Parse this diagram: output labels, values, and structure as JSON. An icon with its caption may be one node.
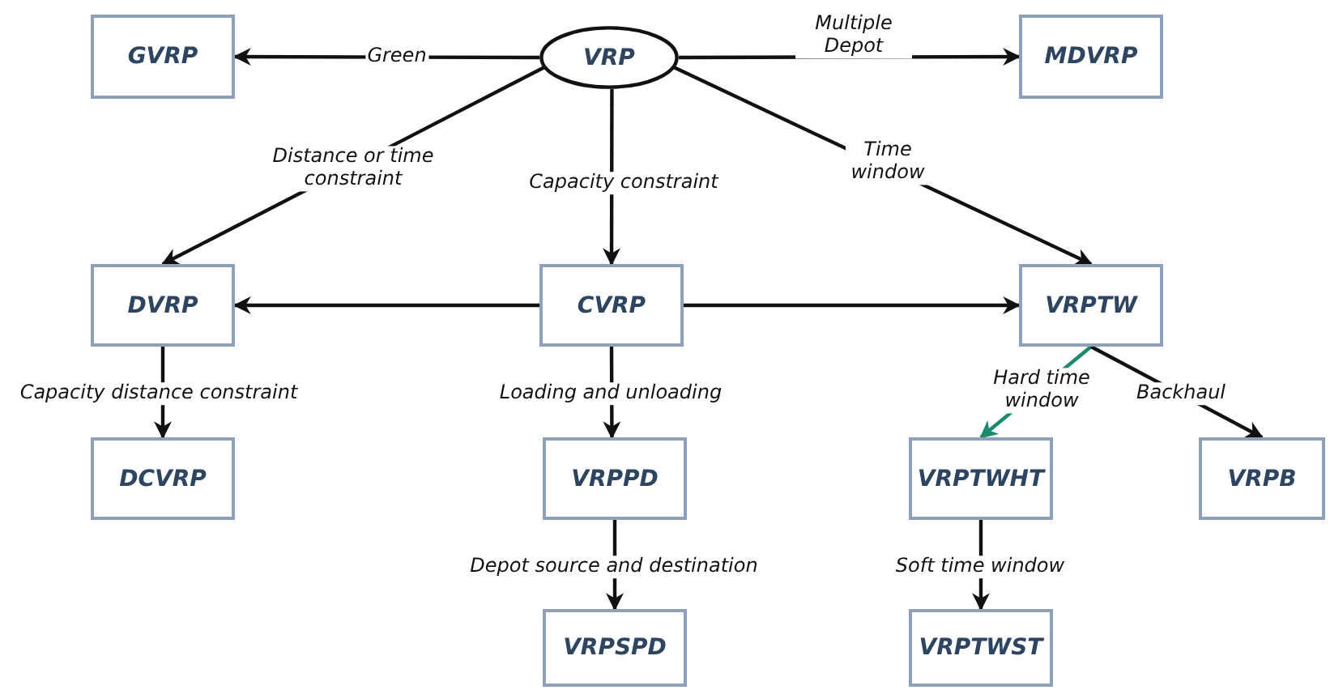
{
  "diagram": {
    "nodes": [
      {
        "text": [
          "VRP"
        ]
      },
      {
        "text": [
          "GVRP"
        ]
      },
      {
        "text": [
          "MDVRP"
        ]
      },
      {
        "text": [
          "DVRP"
        ]
      },
      {
        "text": [
          "CVRP"
        ]
      },
      {
        "text": [
          "VRPTW"
        ]
      },
      {
        "text": [
          "DCVRP"
        ]
      },
      {
        "text": [
          "VRPPD"
        ]
      },
      {
        "text": [
          "VRPTWHT"
        ]
      },
      {
        "text": [
          "VRPB"
        ]
      },
      {
        "text": [
          "VRPSPD"
        ]
      },
      {
        "text": [
          "VRPTWST"
        ]
      }
    ],
    "edges": [
      {
        "from": 0,
        "to": 1,
        "arrow": "to",
        "label": "Green"
      },
      {
        "from": 0,
        "to": 2,
        "arrow": "to",
        "label": "Multiple Depot"
      },
      {
        "from": 0,
        "to": 3,
        "arrow": "to",
        "label": "Distance or time constraint"
      },
      {
        "from": 0,
        "to": 4,
        "arrow": "to",
        "label": "Capacity constraint"
      },
      {
        "from": 0,
        "to": 5,
        "arrow": "to",
        "label": "Time window"
      },
      {
        "from": 4,
        "to": 3,
        "arrow": "to"
      },
      {
        "from": 4,
        "to": 5,
        "arrow": "to"
      },
      {
        "from": 3,
        "to": 6,
        "arrow": "to",
        "label": "Capacity distance constraint"
      },
      {
        "from": 4,
        "to": 7,
        "arrow": "to",
        "label": "Loading and unloading"
      },
      {
        "from": 5,
        "to": 8,
        "arrow": "to",
        "label": "Hard time window",
        "color": "#1a8a6e"
      },
      {
        "from": 5,
        "to": 9,
        "arrow": "to",
        "label": "Backhaul"
      },
      {
        "from": 7,
        "to": 10,
        "arrow": "to",
        "label": "Depot source and destination"
      },
      {
        "from": 8,
        "to": 11,
        "arrow": "to",
        "label": "Soft time window"
      }
    ]
  }
}
